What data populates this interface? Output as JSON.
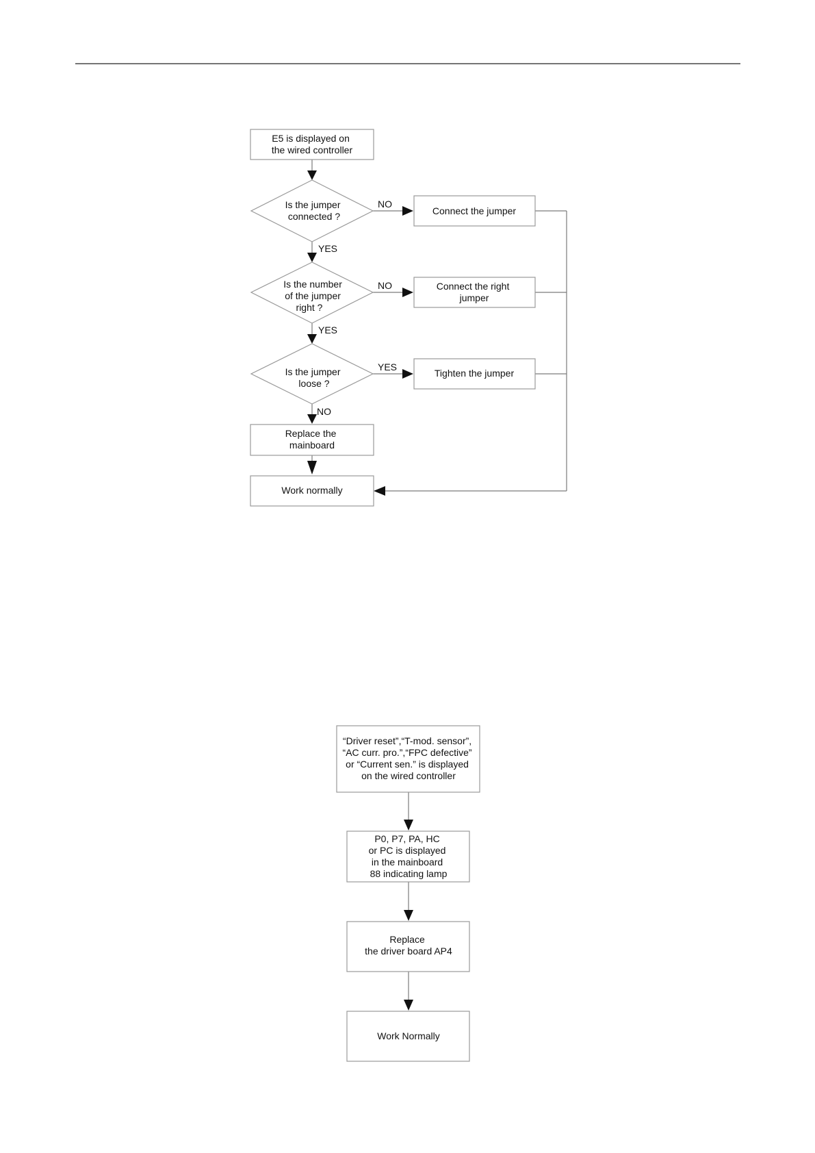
{
  "chart1": {
    "start": [
      "E5 is displayed on",
      "the wired controller"
    ],
    "decision1": [
      "Is the jumper",
      "connected ?"
    ],
    "decision1_no": "NO",
    "action1": [
      "Connect the jumper"
    ],
    "decision1_yes": "YES",
    "decision2": [
      "Is the number",
      "of the jumper",
      "right ?"
    ],
    "decision2_no": "NO",
    "action2": [
      "Connect the right",
      "jumper"
    ],
    "decision2_yes": "YES",
    "decision3": [
      "Is the jumper",
      "loose ?"
    ],
    "decision3_yes": "YES",
    "action3": [
      "Tighten the jumper"
    ],
    "decision3_no": "NO",
    "replace": [
      "Replace the",
      "mainboard"
    ],
    "end": [
      "Work normally"
    ]
  },
  "chart2": {
    "start": [
      "“Driver reset”,“T-mod. sensor”,",
      "“AC curr. pro.”,“FPC defective”",
      "or “Current sen.” is displayed",
      "on the wired controller"
    ],
    "check": [
      "P0, P7, PA, HC",
      "or PC is displayed",
      "in the mainboard",
      "88 indicating lamp"
    ],
    "replace": [
      "Replace",
      "the driver board AP4"
    ],
    "end": [
      "Work Normally"
    ]
  }
}
